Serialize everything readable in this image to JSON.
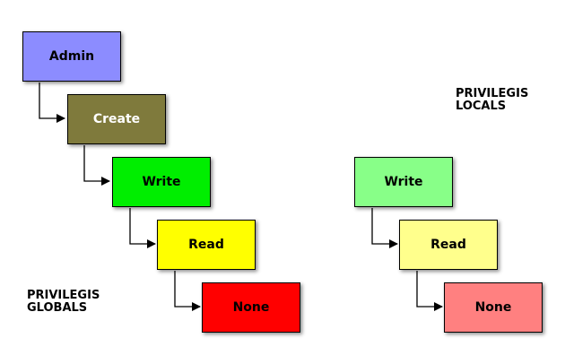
{
  "labels": {
    "local": "PRIVILEGIS\nLOCALS",
    "global": "PRIVILEGIS\nGLOBALS"
  },
  "global_chain": [
    {
      "label": "Admin",
      "color": "#8c8cff",
      "text_color": "#000000"
    },
    {
      "label": "Create",
      "color": "#7f7a3c",
      "text_color": "#ffffff"
    },
    {
      "label": "Write",
      "color": "#00ee00",
      "text_color": "#000000"
    },
    {
      "label": "Read",
      "color": "#ffff00",
      "text_color": "#000000"
    },
    {
      "label": "None",
      "color": "#ff0000",
      "text_color": "#000000"
    }
  ],
  "local_chain": [
    {
      "label": "Write",
      "color": "#88ff88",
      "text_color": "#000000"
    },
    {
      "label": "Read",
      "color": "#ffff8c",
      "text_color": "#000000"
    },
    {
      "label": "None",
      "color": "#ff8080",
      "text_color": "#000000"
    }
  ]
}
